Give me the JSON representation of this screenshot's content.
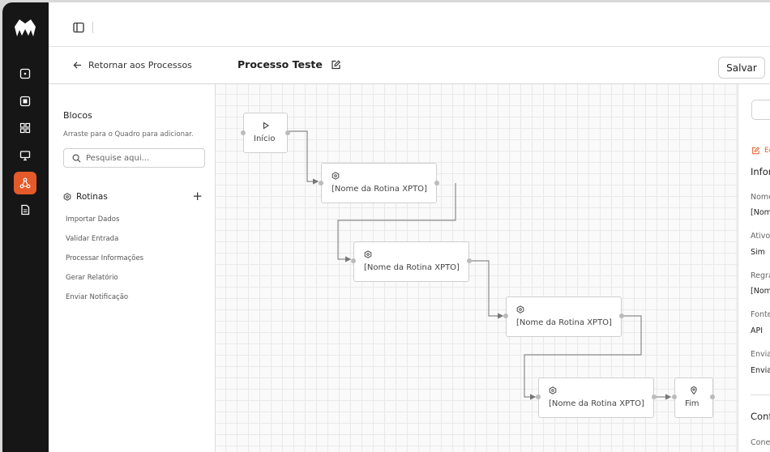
{
  "header": {
    "back_label": "Retornar aos Processos",
    "process_title": "Processo Teste",
    "save_label": "Salvar"
  },
  "blocks_panel": {
    "title": "Blocos",
    "hint": "Arraste para o Quadro para adicionar.",
    "search_placeholder": "Pesquise aqui...",
    "section_title": "Rotinas",
    "items": [
      "Importar Dados",
      "Validar Entrada",
      "Processar Informações",
      "Gerar Relatório",
      "Enviar Notificação"
    ]
  },
  "flow": {
    "start_label": "Início",
    "routine_labels": [
      "[Nome da Rotina XPTO]",
      "[Nome da Rotina XPTO]",
      "[Nome da Rotina XPTO]",
      "[Nome da Rotina XPTO]"
    ],
    "end_label": "Fim"
  },
  "details_panel": {
    "edit_label": "Ec",
    "info_section": "Infor",
    "fields": [
      {
        "label": "Nome",
        "value": "[Nom"
      },
      {
        "label": "Ativo",
        "value": "Sim"
      },
      {
        "label": "Regra",
        "value": "[Nom"
      },
      {
        "label": "Fonte",
        "value": "API"
      },
      {
        "label": "Envia",
        "value": "Envia"
      }
    ],
    "config_section": "Conf",
    "config_label": "Conex"
  },
  "colors": {
    "accent": "#e45a2a",
    "rail": "#161616",
    "edge": "#8a8a8a"
  },
  "icons": {
    "rail": [
      "logo-icon",
      "square-dot-icon",
      "box-icon",
      "grid-icon",
      "monitor-icon",
      "flow-icon",
      "document-icon"
    ],
    "node_start": "play-icon",
    "node_routine": "hexagon-icon",
    "node_end": "pin-icon"
  }
}
